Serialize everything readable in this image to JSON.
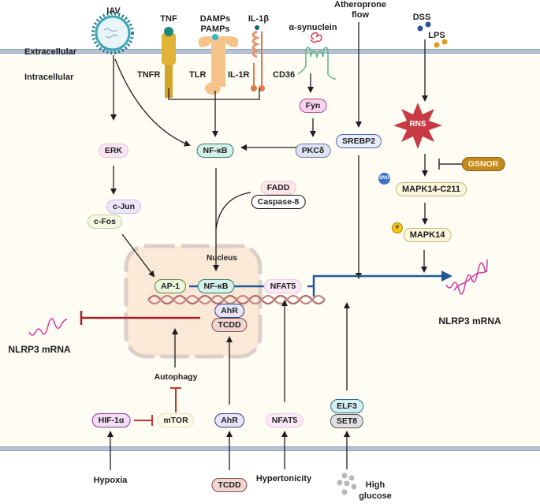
{
  "regions": {
    "extracellular": "Extracellular",
    "intracellular": "Intracellular",
    "nucleus": "Nucleus"
  },
  "stimuli": {
    "iav": "IAV",
    "tnf": "TNF",
    "damps": "DAMPs",
    "pamps": "PAMPs",
    "il1b": "IL-1β",
    "asyn": "α-synuclein",
    "athero_line1": "Atheroprone",
    "athero_line2": "flow",
    "dss": "DSS",
    "lps": "LPS",
    "hypoxia": "Hypoxia",
    "hypertonicity": "Hypertonicity",
    "high": "High",
    "glucose": "glucose"
  },
  "receptors": {
    "tnfr": "TNFR",
    "tlr": "TLR",
    "il1r": "IL-1R",
    "cd36": "CD36"
  },
  "nodes": {
    "erk": "ERK",
    "cjun": "c-Jun",
    "cfos": "c-Fos",
    "nfkb_cyto": "NF-κB",
    "fyn": "Fyn",
    "pkcd": "PKCδ",
    "srebp2": "SREBP2",
    "fadd": "FADD",
    "casp8": "Caspase-8",
    "rns": "RNS",
    "gsnor": "GSNOR",
    "sno": "SNO",
    "mapk14c211": "MAPK14-C211",
    "p": "P",
    "mapk14": "MAPK14",
    "ap1": "AP-1",
    "nfkb_nuc": "NF-κB",
    "nfat5_nuc": "NFAT5",
    "ahr_nuc": "AhR",
    "tcdd_nuc": "TCDD",
    "autophagy": "Autophagy",
    "hif1a": "HIF-1α",
    "mtor": "mTOR",
    "ahr": "AhR",
    "nfat5": "NFAT5",
    "elf3": "ELF3",
    "set8": "SET8",
    "tcdd": "TCDD"
  },
  "outputs": {
    "nlrp3_left": "NLRP3 mRNA",
    "nlrp3_right": "NLRP3 mRNA"
  },
  "colors": {
    "activation": "#1e1e1e",
    "inhibition_red": "#a3232b",
    "transcription_blue": "#1f5a96",
    "mrna": "#d63aa0",
    "rns": "#c73b45",
    "gsnor": "#c48a1e"
  }
}
